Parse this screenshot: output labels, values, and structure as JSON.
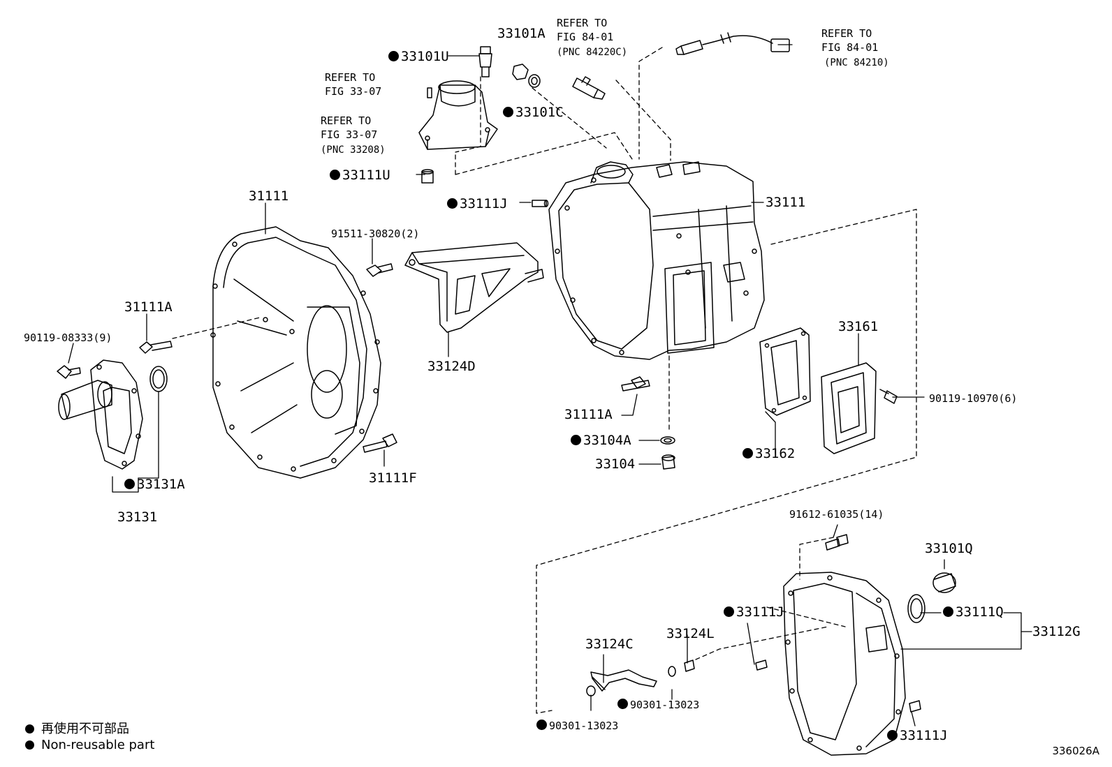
{
  "diagram": {
    "figure_id": "336026A",
    "legend": [
      {
        "marker": "filled-dot",
        "text": "再使用不可部品"
      },
      {
        "marker": "filled-dot",
        "text": "Non-reusable part"
      }
    ],
    "labels": {
      "p33101A": "33101A",
      "p33101U": "33101U",
      "p33101C": "33101C",
      "p33111U": "33111U",
      "p33111J_top": "33111J",
      "p33111": "33111",
      "p31111": "31111",
      "p91511": "91511-30820(2)",
      "p31111A_left": "31111A",
      "p90119_08333": "90119-08333(9)",
      "p33124D": "33124D",
      "p31111A_mid": "31111A",
      "p33104A": "33104A",
      "p33104": "33104",
      "p33161": "33161",
      "p90119_10970": "90119-10970(6)",
      "p33162": "33162",
      "p33131A": "33131A",
      "p33131": "33131",
      "p31111F": "31111F",
      "p91612": "91612-61035(14)",
      "p33101Q": "33101Q",
      "p33111J_mid": "33111J",
      "p33111Q": "33111Q",
      "p33112G": "33112G",
      "p33124C": "33124C",
      "p33124L": "33124L",
      "p90301_a": "90301-13023",
      "p90301_b": "90301-13023",
      "p33111J_bottom": "33111J"
    },
    "refer_a": {
      "line1": "REFER TO",
      "line2": "FIG 33-07"
    },
    "refer_b": {
      "line1": "REFER TO",
      "line2": "FIG 33-07",
      "pnc": "(PNC 33208)"
    },
    "refer_c": {
      "line1": "REFER TO",
      "line2": "FIG 84-01",
      "pnc": "(PNC 84220C)"
    },
    "refer_d": {
      "line1": "REFER TO",
      "line2": "FIG 84-01",
      "pnc": "(PNC 84210)"
    }
  }
}
